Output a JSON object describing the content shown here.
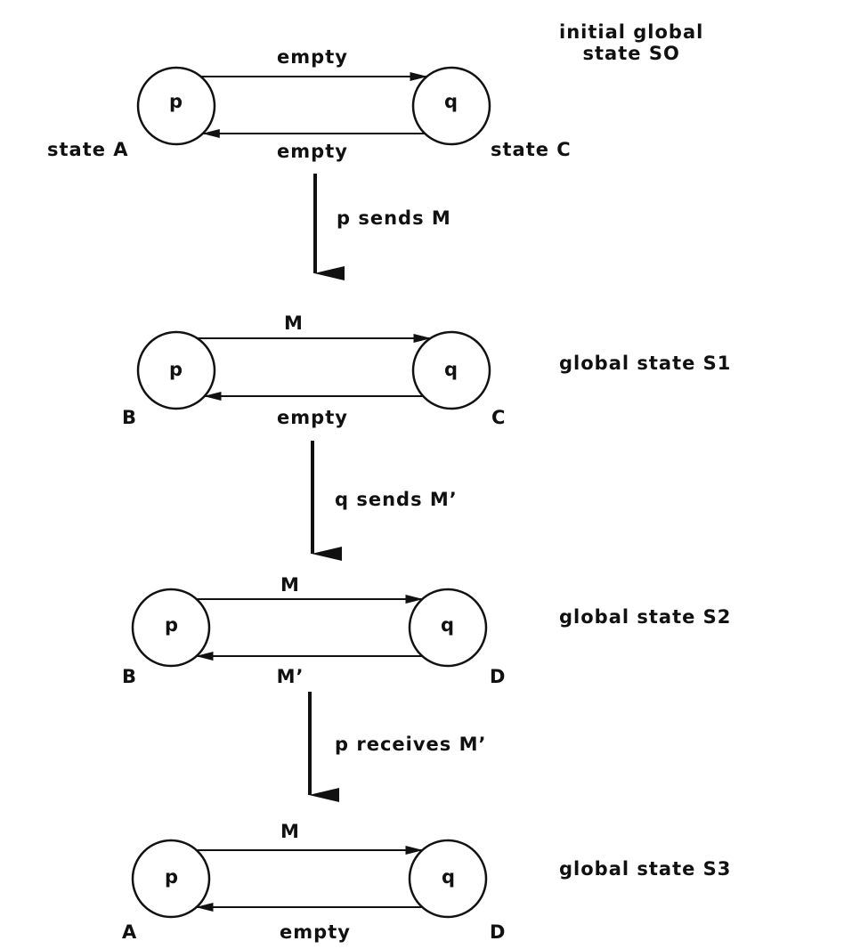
{
  "states": [
    {
      "title": "initial global\nstate SO",
      "p_label": "p",
      "q_label": "q",
      "p_state": "state A",
      "q_state": "state C",
      "top_channel": "empty",
      "bottom_channel": "empty"
    },
    {
      "title": "global state S1",
      "p_label": "p",
      "q_label": "q",
      "p_state": "B",
      "q_state": "C",
      "top_channel": "M",
      "bottom_channel": "empty"
    },
    {
      "title": "global state S2",
      "p_label": "p",
      "q_label": "q",
      "p_state": "B",
      "q_state": "D",
      "top_channel": "M",
      "bottom_channel": "M’"
    },
    {
      "title": "global state S3",
      "p_label": "p",
      "q_label": "q",
      "p_state": "A",
      "q_state": "D",
      "top_channel": "M",
      "bottom_channel": "empty"
    }
  ],
  "transitions": [
    {
      "label": "p sends M"
    },
    {
      "label": "q sends M’"
    },
    {
      "label": "p receives M’"
    }
  ]
}
